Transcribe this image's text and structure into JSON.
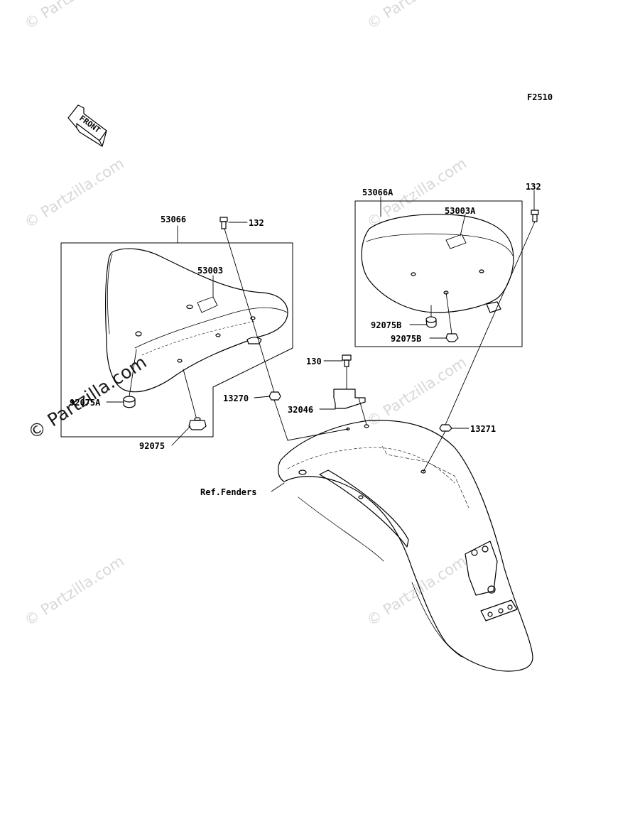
{
  "diagram": {
    "code": "F2510",
    "front_label": "FRONT",
    "ref_label": "Ref.Fenders",
    "watermark": "© Partzilla.com",
    "parts": {
      "p53066": "53066",
      "p132_left": "132",
      "p53003": "53003",
      "p92075A": "92075A",
      "p92075": "92075",
      "p13270": "13270",
      "p130": "130",
      "p32046": "32046",
      "p53066A": "53066A",
      "p132_right": "132",
      "p53003A": "53003A",
      "p92075B_1": "92075B",
      "p92075B_2": "92075B",
      "p13271": "13271"
    }
  }
}
